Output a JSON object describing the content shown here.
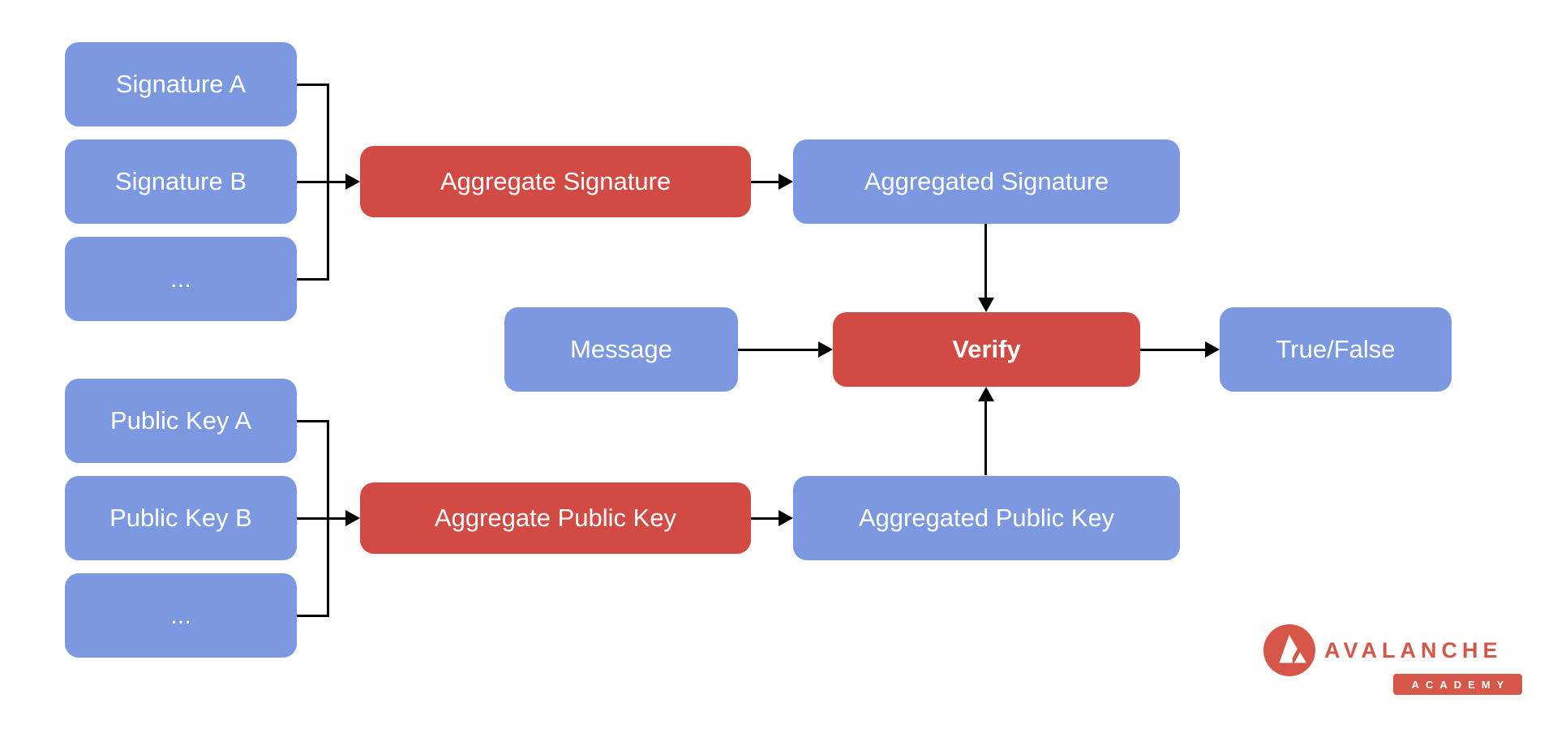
{
  "colors": {
    "box-blue": "#7b98e0",
    "box-red": "#d14b44",
    "line": "#000000",
    "logo-red": "#d6564a",
    "label-text": "#ffffff"
  },
  "diagram": {
    "nodes": {
      "sig_a": {
        "label": "Signature A"
      },
      "sig_b": {
        "label": "Signature B"
      },
      "sig_more": {
        "label": "..."
      },
      "aggregate_signature": {
        "label": "Aggregate Signature"
      },
      "aggregated_signature": {
        "label": "Aggregated Signature"
      },
      "message": {
        "label": "Message"
      },
      "verify": {
        "label": "Verify"
      },
      "true_false": {
        "label": "True/False"
      },
      "pk_a": {
        "label": "Public Key A"
      },
      "pk_b": {
        "label": "Public Key B"
      },
      "pk_more": {
        "label": "..."
      },
      "aggregate_public_key": {
        "label": "Aggregate Public Key"
      },
      "aggregated_public_key": {
        "label": "Aggregated Public Key"
      }
    },
    "edges": [
      {
        "from": "sig_a",
        "to": "aggregate_signature"
      },
      {
        "from": "sig_b",
        "to": "aggregate_signature"
      },
      {
        "from": "sig_more",
        "to": "aggregate_signature"
      },
      {
        "from": "aggregate_signature",
        "to": "aggregated_signature"
      },
      {
        "from": "aggregated_signature",
        "to": "verify"
      },
      {
        "from": "message",
        "to": "verify"
      },
      {
        "from": "pk_a",
        "to": "aggregate_public_key"
      },
      {
        "from": "pk_b",
        "to": "aggregate_public_key"
      },
      {
        "from": "pk_more",
        "to": "aggregate_public_key"
      },
      {
        "from": "aggregate_public_key",
        "to": "aggregated_public_key"
      },
      {
        "from": "aggregated_public_key",
        "to": "verify"
      },
      {
        "from": "verify",
        "to": "true_false"
      }
    ]
  },
  "logo": {
    "mark_icon": "avalanche-logo",
    "brand": "AVALANCHE",
    "badge": "ACADEMY"
  }
}
